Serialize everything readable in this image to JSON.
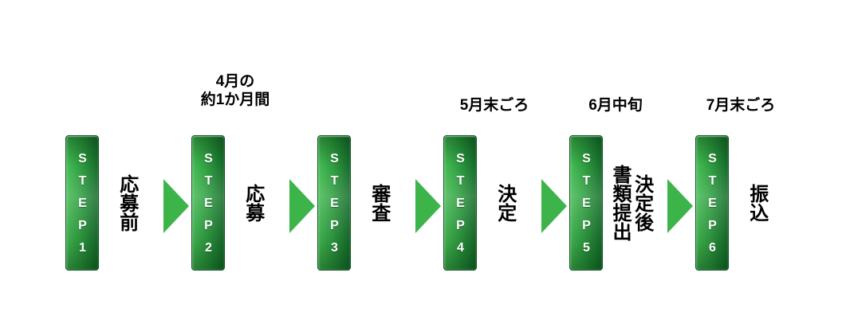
{
  "diagram_title": "",
  "colors": {
    "background": "#ffffff",
    "bar_light": "#45bd54",
    "bar_mid": "#2e9e40",
    "bar_dark": "#166b2b",
    "bar_border": "#0d5420",
    "arrow": "#3cb44a",
    "step_text": "#ffffff",
    "text": "#000000"
  },
  "steps": [
    {
      "id": "STEP1",
      "phase": [
        "応募前"
      ]
    },
    {
      "id": "STEP2",
      "phase": [
        "応募"
      ],
      "time": [
        "4月の",
        "約1か月間"
      ]
    },
    {
      "id": "STEP3",
      "phase": [
        "審査"
      ]
    },
    {
      "id": "STEP4",
      "phase": [
        "決定"
      ],
      "time": [
        "5月末ごろ"
      ]
    },
    {
      "id": "STEP5",
      "phase": [
        "決定後",
        "書類提出"
      ],
      "time": [
        "6月中旬"
      ]
    },
    {
      "id": "STEP6",
      "phase": [
        "振込"
      ],
      "time": [
        "7月末ごろ"
      ]
    }
  ]
}
